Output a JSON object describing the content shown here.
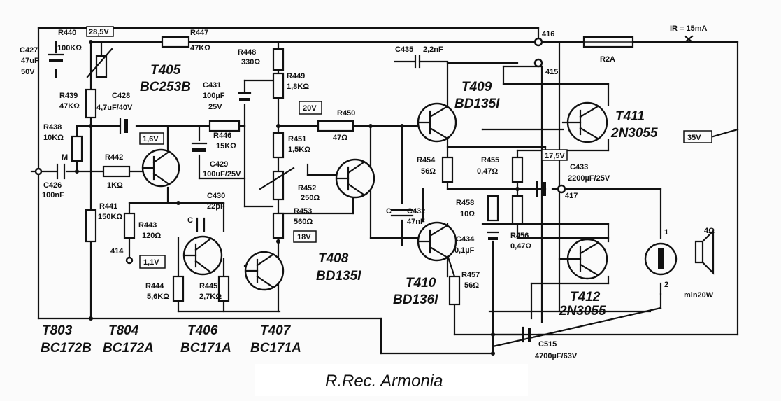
{
  "caption": "R.Rec. Armonia",
  "resistors": [
    {
      "ref": "R440",
      "value": "100KΩ"
    },
    {
      "ref": "R447",
      "value": "47KΩ"
    },
    {
      "ref": "R448",
      "value": "330Ω"
    },
    {
      "ref": "R449",
      "value": "1,8KΩ"
    },
    {
      "ref": "R439",
      "value": "47KΩ"
    },
    {
      "ref": "R438",
      "value": "10KΩ"
    },
    {
      "ref": "R442",
      "value": "1KΩ"
    },
    {
      "ref": "R446",
      "value": "15KΩ"
    },
    {
      "ref": "R450",
      "value": "47Ω"
    },
    {
      "ref": "R451",
      "value": "1,5KΩ"
    },
    {
      "ref": "R452",
      "value": "250Ω"
    },
    {
      "ref": "R453",
      "value": "560Ω"
    },
    {
      "ref": "R441",
      "value": "150KΩ"
    },
    {
      "ref": "R443",
      "value": "120Ω"
    },
    {
      "ref": "R444",
      "value": "5,6KΩ"
    },
    {
      "ref": "R445",
      "value": "2,7KΩ"
    },
    {
      "ref": "R454",
      "value": "56Ω"
    },
    {
      "ref": "R455",
      "value": "0,47Ω"
    },
    {
      "ref": "R456",
      "value": "0,47Ω"
    },
    {
      "ref": "R457",
      "value": "56Ω"
    },
    {
      "ref": "R458",
      "value": "10Ω"
    }
  ],
  "capacitors": [
    {
      "ref": "C427",
      "value": "47uF",
      "extra": "50V"
    },
    {
      "ref": "C428",
      "value": "4,7uF/40V"
    },
    {
      "ref": "C435",
      "value": "2,2nF"
    },
    {
      "ref": "C431",
      "value": "100µF",
      "extra": "25V"
    },
    {
      "ref": "C426",
      "value": "100nF"
    },
    {
      "ref": "C429",
      "value": "100uF/25V"
    },
    {
      "ref": "C430",
      "value": "22pF"
    },
    {
      "ref": "C432",
      "value": "47nF"
    },
    {
      "ref": "C434",
      "value": "0,1µF"
    },
    {
      "ref": "C433",
      "value": "2200µF/25V"
    },
    {
      "ref": "C515",
      "value": "4700µF/63V"
    }
  ],
  "transistors": [
    {
      "ref": "T405",
      "type": "BC253B"
    },
    {
      "ref": "T409",
      "type": "BD135I"
    },
    {
      "ref": "T411",
      "type": "2N3055"
    },
    {
      "ref": "T408",
      "type": "BD135I"
    },
    {
      "ref": "T410",
      "type": "BD136I"
    },
    {
      "ref": "T412",
      "type": "2N3055"
    },
    {
      "ref": "T803",
      "type": "BC172B"
    },
    {
      "ref": "T804",
      "type": "BC172A"
    },
    {
      "ref": "T406",
      "type": "BC171A"
    },
    {
      "ref": "T407",
      "type": "BC171A"
    }
  ],
  "voltages": {
    "v1": "28,5V",
    "v2": "1,6V",
    "v3": "20V",
    "v4": "18V",
    "v5": "1,1V",
    "v6": "17,5V",
    "v7": "35V"
  },
  "nodes": {
    "n416": "416",
    "n415": "415",
    "n414": "414",
    "n417": "417",
    "m": "M",
    "c_small": "C",
    "c_small2": "C"
  },
  "fuse": {
    "ref": "R2A"
  },
  "current": "IR = 15mA",
  "speaker": {
    "impedance": "4Ω",
    "power": "min20W",
    "pin1": "1",
    "pin2": "2"
  }
}
